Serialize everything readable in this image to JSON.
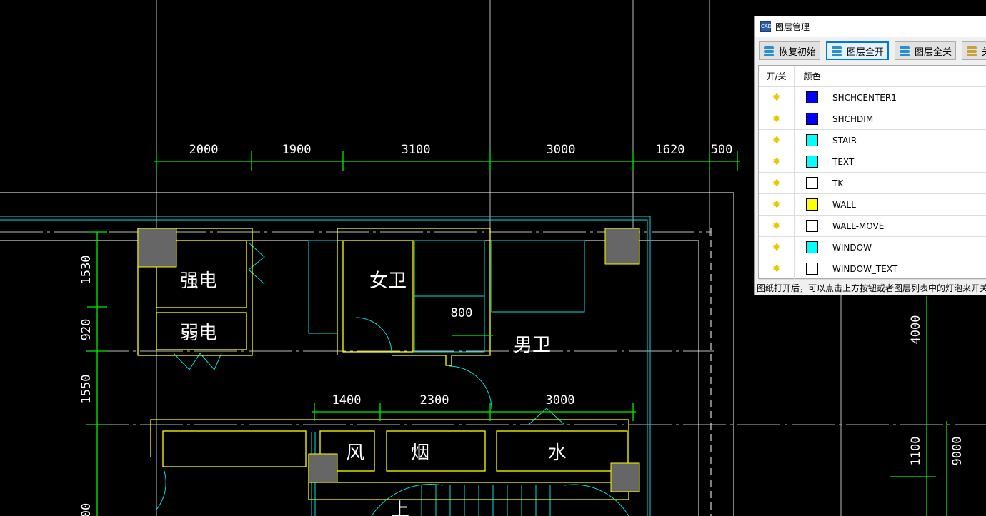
{
  "drawing": {
    "top_dims": [
      "2000",
      "1900",
      "3100",
      "3000",
      "1620",
      "500"
    ],
    "left_dims": [
      "1530",
      "920",
      "1550",
      "00"
    ],
    "mid_dims": [
      "1400",
      "2300",
      "3000"
    ],
    "door_dim": "800",
    "right_dims": [
      "4000",
      "1100",
      "9000"
    ],
    "rooms": [
      "强电",
      "弱电",
      "女卫",
      "男卫",
      "风",
      "烟",
      "水",
      "上"
    ]
  },
  "panel": {
    "title": "图层管理",
    "app_icon": "CAD",
    "buttons": [
      {
        "label": "恢复初始",
        "icon": "layers-restore-icon"
      },
      {
        "label": "图层全开",
        "icon": "layers-on-icon"
      },
      {
        "label": "图层全关",
        "icon": "layers-off-icon"
      },
      {
        "label": "关闭",
        "icon": "layers-close-icon"
      }
    ],
    "headers": {
      "onoff": "开/关",
      "color": "颜色",
      "name": ""
    },
    "layers": [
      {
        "name": "SHCHCENTER1",
        "color": "#0000ff",
        "on": true
      },
      {
        "name": "SHCHDIM",
        "color": "#0000ff",
        "on": true
      },
      {
        "name": "STAIR",
        "color": "#00ffff",
        "on": true
      },
      {
        "name": "TEXT",
        "color": "#00ffff",
        "on": true
      },
      {
        "name": "TK",
        "color": "#ffffff",
        "on": true
      },
      {
        "name": "WALL",
        "color": "#ffff00",
        "on": true
      },
      {
        "name": "WALL-MOVE",
        "color": "#ffffff",
        "on": true
      },
      {
        "name": "WINDOW",
        "color": "#00ffff",
        "on": true
      },
      {
        "name": "WINDOW_TEXT",
        "color": "#ffffff",
        "on": true
      }
    ],
    "status": "图纸打开后，可以点击上方按钮或者图层列表中的灯泡来开关图层"
  }
}
